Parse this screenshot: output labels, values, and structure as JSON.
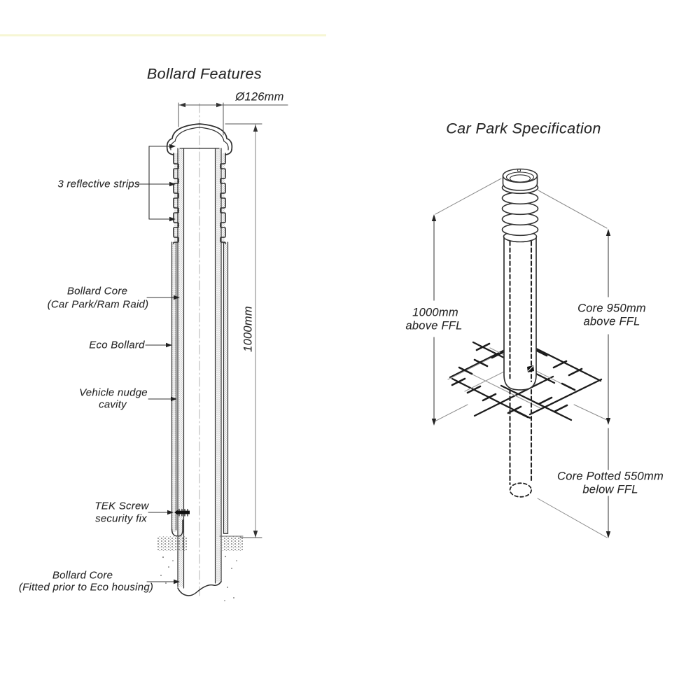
{
  "left_diagram": {
    "title": "Bollard Features",
    "dimensions": {
      "diameter": "Ø126mm",
      "height": "1000mm"
    },
    "labels": {
      "reflective_strips": "3 reflective strips",
      "bollard_core_top": {
        "line1": "Bollard Core",
        "line2": "(Car Park/Ram Raid)"
      },
      "eco_bollard": "Eco Bollard",
      "nudge_cavity": {
        "line1": "Vehicle nudge",
        "line2": "cavity"
      },
      "tek_screw": {
        "line1": "TEK Screw",
        "line2": "security fix"
      },
      "bollard_core_bottom": {
        "line1": "Bollard Core",
        "line2": "(Fitted prior to Eco housing)"
      }
    }
  },
  "right_diagram": {
    "title": "Car Park Specification",
    "dimensions": {
      "above_left": {
        "line1": "1000mm",
        "line2": "above FFL"
      },
      "above_right": {
        "line1": "Core 950mm",
        "line2": "above FFL"
      },
      "below_right": {
        "line1": "Core Potted 550mm",
        "line2": "below  FFL"
      }
    }
  },
  "colors": {
    "background": "#ffffff",
    "ink": "#2e2e2e",
    "dim_line": "#777777",
    "leader": "#8c8c8c",
    "stipple": "#8f8f8f",
    "scan_artifact": "#f5f5cd"
  }
}
